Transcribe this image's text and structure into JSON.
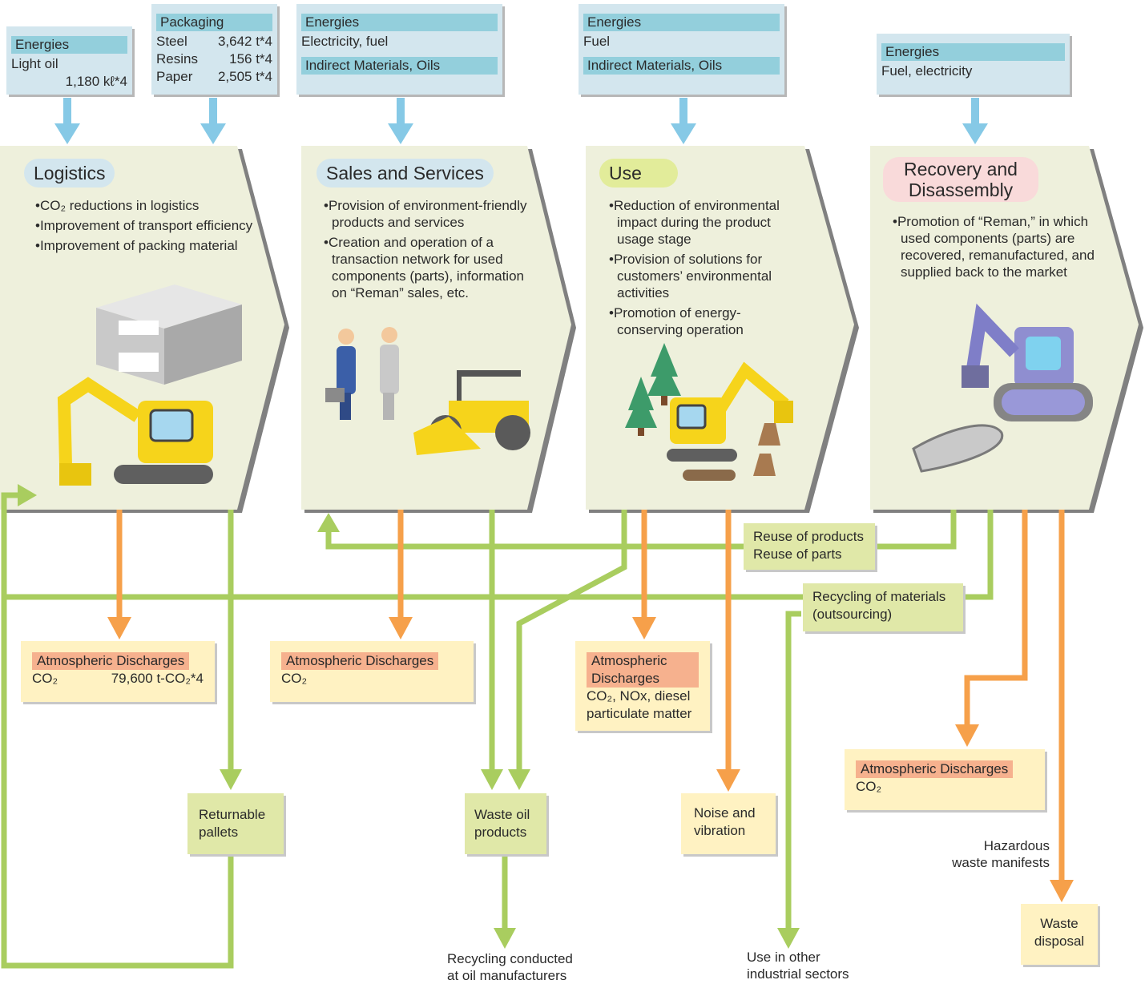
{
  "inputs": {
    "logistics_energies": {
      "header": "Energies",
      "line1": "Light oil",
      "value": "1,180 kℓ*4"
    },
    "packaging": {
      "header": "Packaging",
      "rows": [
        {
          "label": "Steel",
          "value": "3,642 t*4"
        },
        {
          "label": "Resins",
          "value": "156 t*4"
        },
        {
          "label": "Paper",
          "value": "2,505 t*4"
        }
      ]
    },
    "sales_energies": {
      "header": "Energies",
      "line1": "Electricity, fuel",
      "header2": "Indirect Materials, Oils"
    },
    "use_energies": {
      "header": "Energies",
      "line1": "Fuel",
      "header2": "Indirect Materials, Oils"
    },
    "recovery_energies": {
      "header": "Energies",
      "line1": "Fuel, electricity"
    }
  },
  "stages": {
    "logistics": {
      "title": "Logistics",
      "bullets": [
        "•CO₂ reductions in logistics",
        "•Improvement of transport efficiency",
        "•Improvement of packing material"
      ]
    },
    "sales": {
      "title": "Sales and Services",
      "bullets": [
        "•Provision of environment-friendly products and services",
        "•Creation and operation of a transaction network for used components (parts), information on “Reman” sales, etc."
      ]
    },
    "use": {
      "title": "Use",
      "bullets": [
        "•Reduction of environmental impact during the product usage stage",
        "•Provision of solutions for customers’ environmental activities",
        "•Promotion of energy-conserving operation"
      ]
    },
    "recovery": {
      "title": "Recovery and Disassembly",
      "bullets": [
        "•Promotion of “Reman,” in which used components (parts) are recovered, remanufactured, and supplied back to the market"
      ]
    }
  },
  "outputs": {
    "disc_logistics": {
      "header": "Atmospheric Discharges",
      "label": "CO₂",
      "value": "79,600 t-CO₂*4"
    },
    "disc_sales": {
      "header": "Atmospheric Discharges",
      "label": "CO₂"
    },
    "disc_use": {
      "header": "Atmospheric Discharges",
      "label": "CO₂, NOx, diesel particulate matter"
    },
    "disc_recovery": {
      "header": "Atmospheric Discharges",
      "label": "CO₂"
    },
    "reuse": "Reuse of products\nReuse of parts",
    "recycling": "Recycling of materials\n(outsourcing)",
    "returnable": "Returnable\npallets",
    "waste_oil": "Waste oil\nproducts",
    "noise": "Noise and\nvibration",
    "waste_disposal": "Waste\ndisposal",
    "hazardous": "Hazardous\nwaste manifests",
    "recycling_oil": "Recycling conducted\nat oil manufacturers",
    "other_sectors": "Use in other\nindustrial sectors"
  },
  "colors": {
    "panel": "#eef0dc",
    "panel_shadow": "#7a7a7a",
    "orange": "#f6a04a",
    "green": "#a9cd5f",
    "blue": "#86c9e6"
  }
}
